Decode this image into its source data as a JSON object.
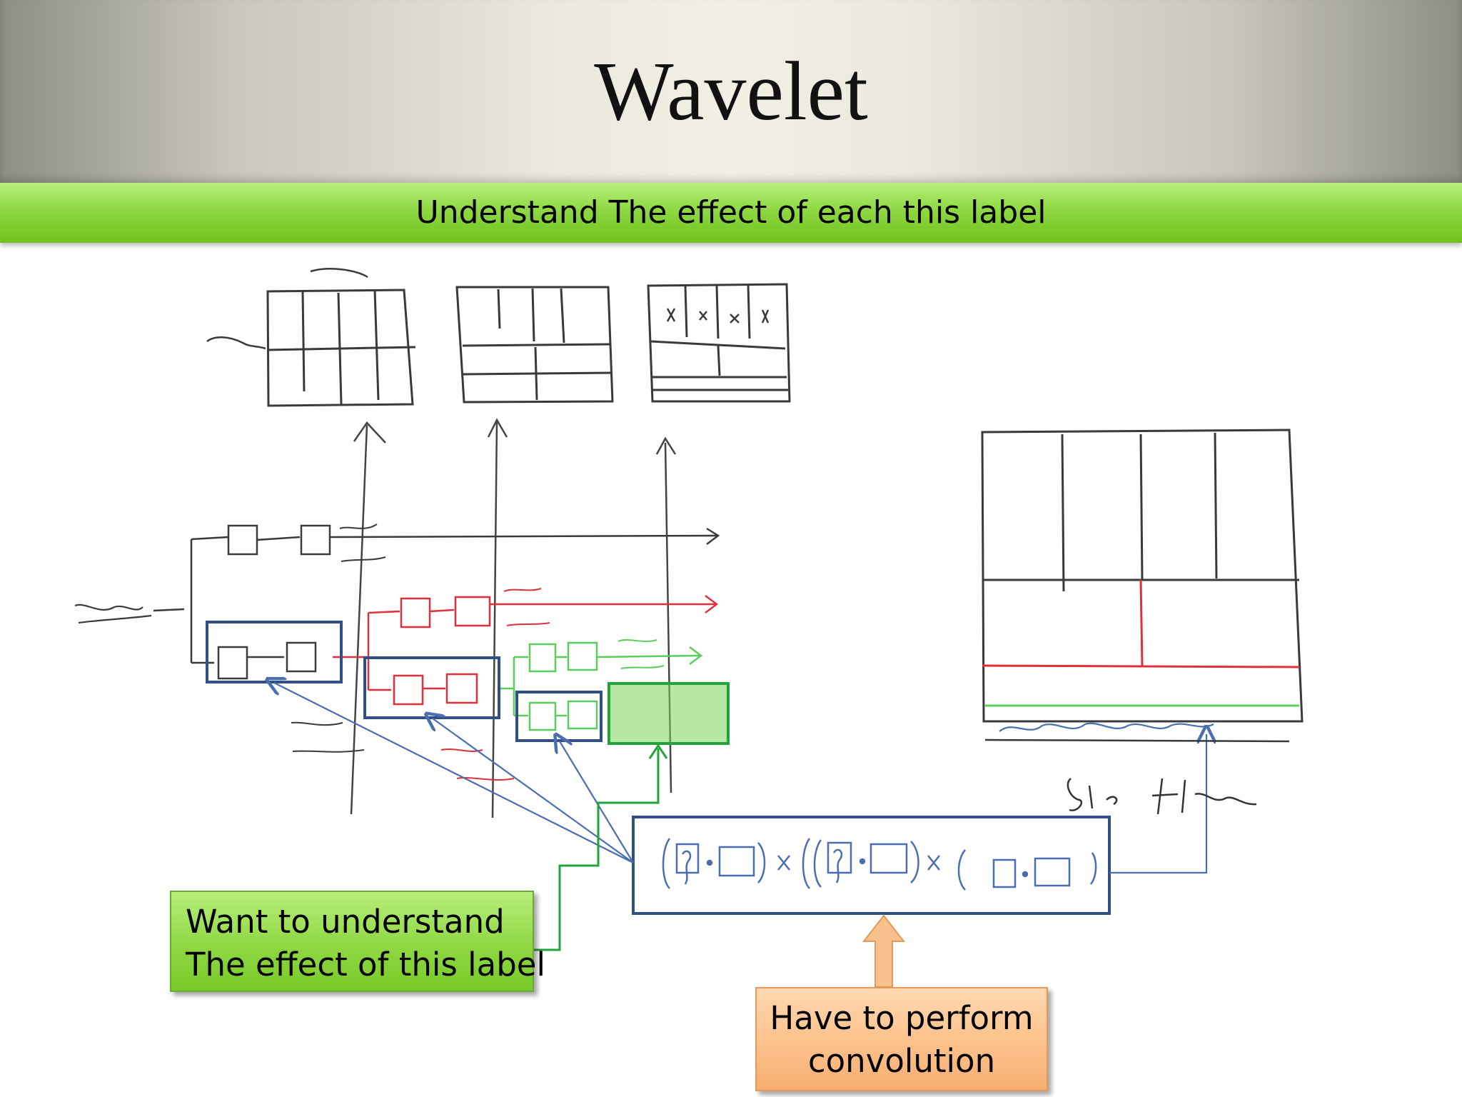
{
  "slide": {
    "title": "Wavelet",
    "subtitle": "Understand  The effect of each this label"
  },
  "callouts": {
    "green": {
      "lines": [
        "Want to understand",
        "The effect of this label"
      ]
    },
    "orange": {
      "lines": [
        "Have to perform",
        "convolution"
      ]
    }
  },
  "colors": {
    "title_text": "#111111",
    "subtitle_band": "#8fd843",
    "highlight_box": "#2f4f88",
    "green_callout": "#8fd743",
    "orange_callout": "#fbbf88",
    "ink": "#333333",
    "ink_red": "#e0303a",
    "ink_green": "#5ccc5c",
    "ink_blue": "#4a6fb0"
  }
}
